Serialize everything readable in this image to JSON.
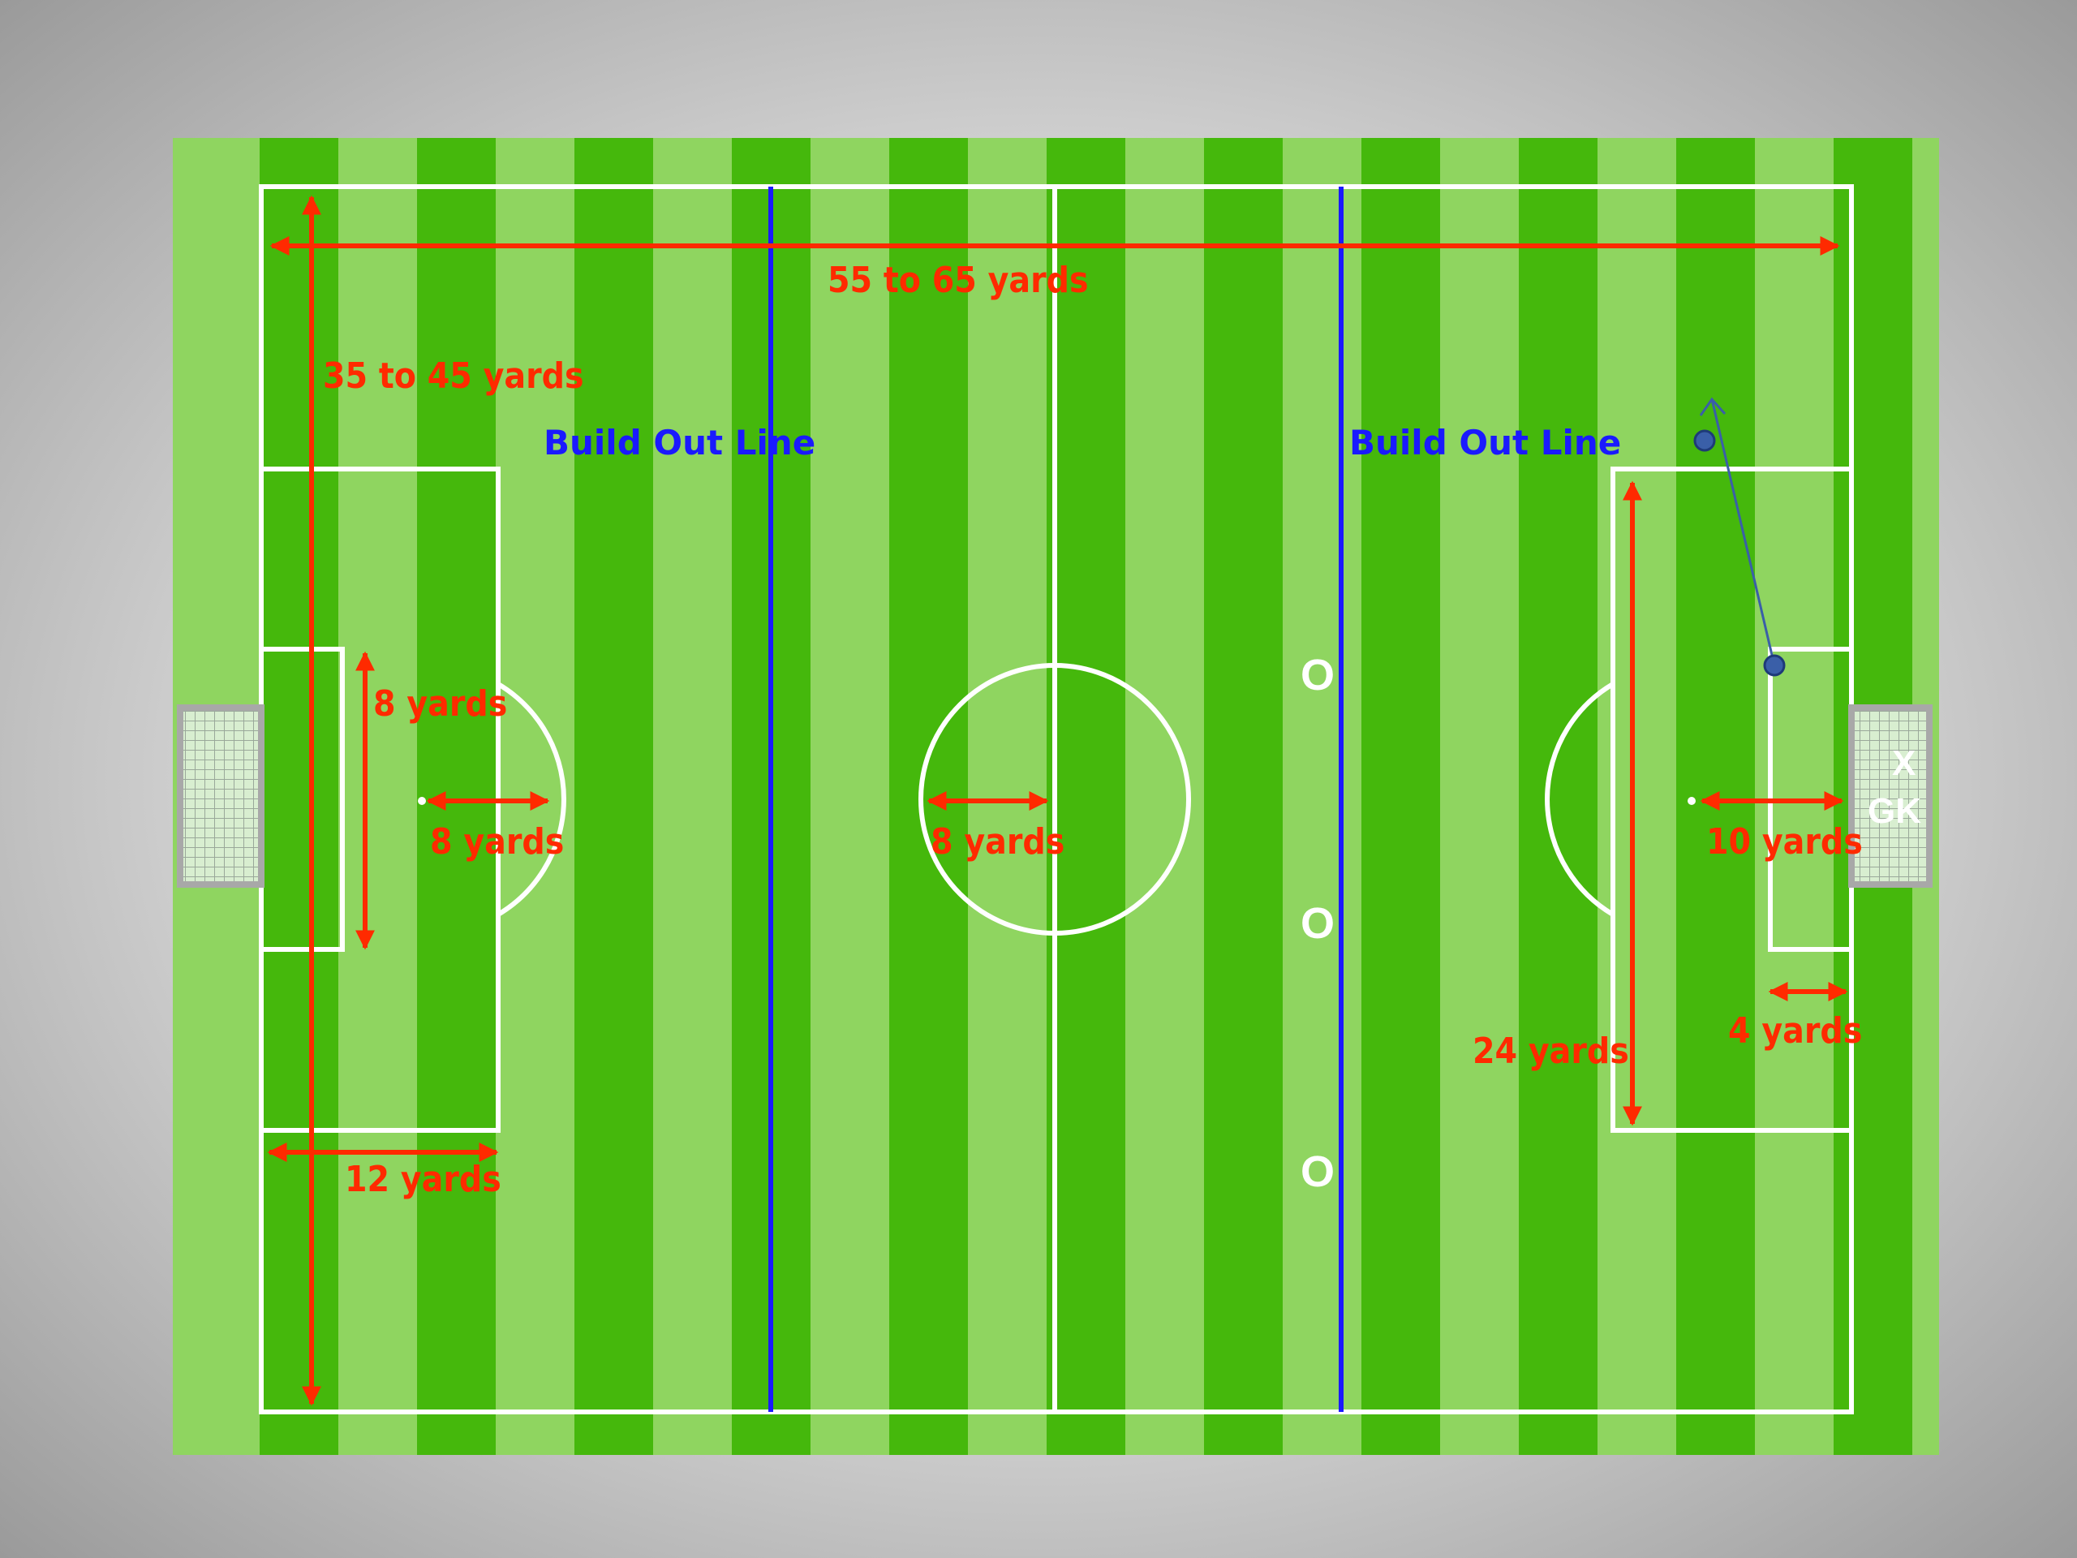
{
  "labels": {
    "width": "55 to 65 yards",
    "length": "35 to 45 yards",
    "build_out_left": "Build Out Line",
    "build_out_right": "Build Out Line",
    "goal_area_width": "8 yards",
    "penalty_mark_left": "8 yards",
    "center_circle": "8 yards",
    "penalty_area_depth": "12 yards",
    "penalty_area_width": "24 yards",
    "penalty_mark_right": "10 yards",
    "goal_area_depth": "4 yards"
  },
  "players": {
    "defender_mark": "O",
    "attacker_mark": "X",
    "goalkeeper": "GK"
  },
  "colors": {
    "grass_light": "#8fd560",
    "grass_dark": "#45b80c",
    "measure": "#ff2a00",
    "build_out_line": "#1a1aff",
    "pass_arrow": "#3a5fa8",
    "ball": "#3a5fa8"
  }
}
